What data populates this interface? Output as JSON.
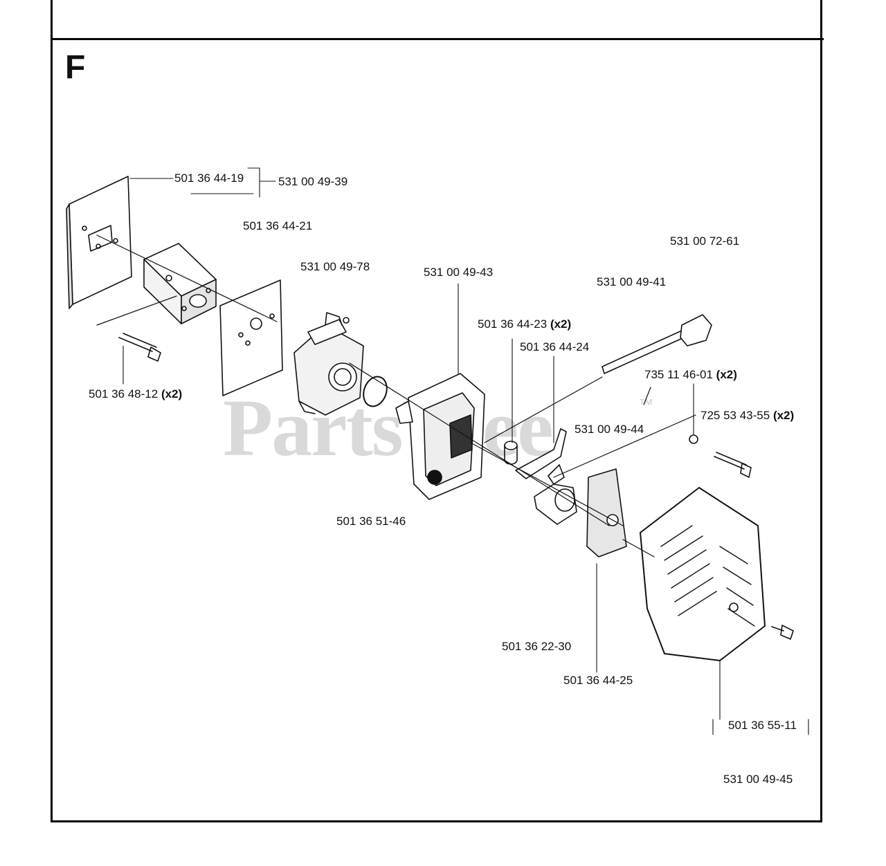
{
  "section_letter": "F",
  "watermark": {
    "text": "PartsTree",
    "tm": "™"
  },
  "labels": [
    {
      "id": "p1",
      "part": "501 36 44-19",
      "qty": ""
    },
    {
      "id": "p2",
      "part": "531 00 49-39",
      "qty": ""
    },
    {
      "id": "p3",
      "part": "501 36 44-21",
      "qty": ""
    },
    {
      "id": "p4",
      "part": "531 00 72-61",
      "qty": ""
    },
    {
      "id": "p5",
      "part": "531 00 49-78",
      "qty": ""
    },
    {
      "id": "p6",
      "part": "531 00 49-43",
      "qty": ""
    },
    {
      "id": "p7",
      "part": "531 00 49-41",
      "qty": ""
    },
    {
      "id": "p8",
      "part": "501 36 44-23",
      "qty": "(x2)"
    },
    {
      "id": "p9",
      "part": "501 36 44-24",
      "qty": ""
    },
    {
      "id": "p10",
      "part": "735 11 46-01",
      "qty": "(x2)"
    },
    {
      "id": "p11",
      "part": "501 36 48-12",
      "qty": "(x2)"
    },
    {
      "id": "p12",
      "part": "725 53 43-55",
      "qty": "(x2)"
    },
    {
      "id": "p13",
      "part": "531 00 49-44",
      "qty": ""
    },
    {
      "id": "p14",
      "part": "501 36 51-46",
      "qty": ""
    },
    {
      "id": "p15",
      "part": "501 36 22-30",
      "qty": ""
    },
    {
      "id": "p16",
      "part": "501 36 44-25",
      "qty": ""
    },
    {
      "id": "p17",
      "part": "501 36 55-11",
      "qty": ""
    },
    {
      "id": "p18",
      "part": "531 00 49-45",
      "qty": ""
    }
  ]
}
